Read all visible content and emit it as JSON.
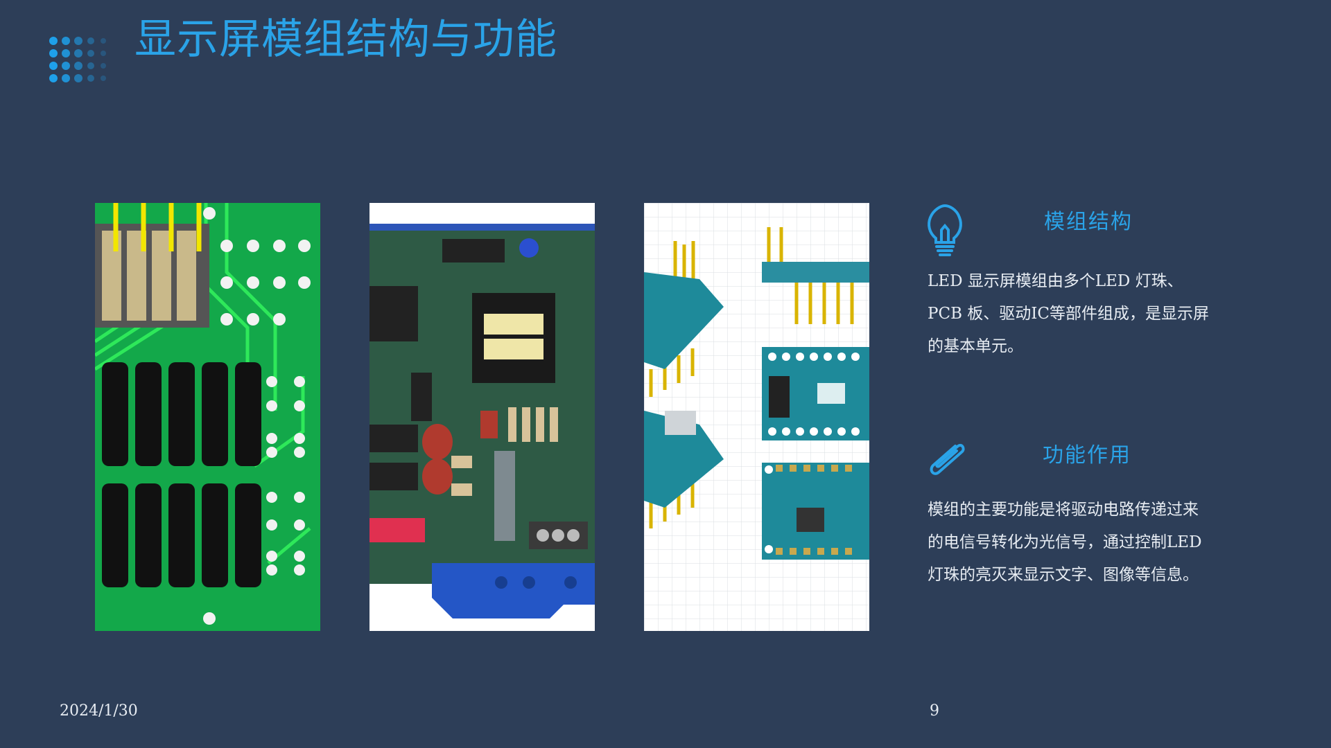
{
  "slide": {
    "title": "显示屏模组结构与功能",
    "date": "2024/1/30",
    "page_number": "9"
  },
  "images": [
    {
      "name": "circuit-board-green"
    },
    {
      "name": "circuit-board-control"
    },
    {
      "name": "circuit-board-modules"
    }
  ],
  "sections": [
    {
      "icon": "lightbulb-icon",
      "title": "模组结构",
      "body": "LED 显示屏模组由多个LED 灯珠、PCB 板、驱动IC等部件组成，是显示屏的基本单元。"
    },
    {
      "icon": "paperclip-icon",
      "title": "功能作用",
      "body": "模组的主要功能是将驱动电路传递过来的电信号转化为光信号，通过控制LED 灯珠的亮灭来显示文字、图像等信息。"
    }
  ],
  "colors": {
    "background": "#2d3e58",
    "accent": "#2aa3e8",
    "text": "#e8edf3"
  }
}
